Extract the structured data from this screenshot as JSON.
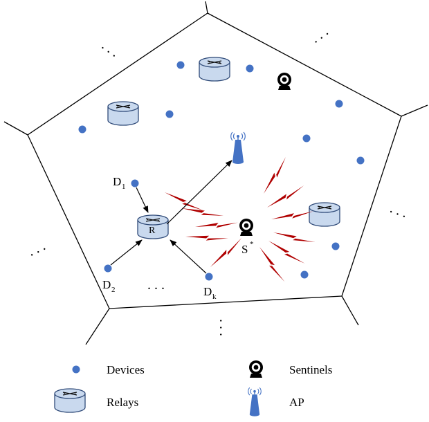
{
  "labels": {
    "d1": "D",
    "d1_sub": "1",
    "d2": "D",
    "d2_sub": "2",
    "dk": "D",
    "dk_sub": "k",
    "relay": "R",
    "sentinel": "S",
    "sentinel_sup": "*",
    "ellipsis": ". . ."
  },
  "legend": {
    "devices": "Devices",
    "relays": "Relays",
    "sentinels": "Sentinels",
    "ap": "AP"
  },
  "colors": {
    "device": "#4472c4",
    "relay_fill": "#c9d9ee",
    "relay_stroke": "#2f4a78",
    "ap": "#4472c4",
    "jamming": "#b00000",
    "line": "#000000"
  },
  "icons": [
    "device-dot",
    "relay-cylinder",
    "sentinel-camera-icon",
    "ap-antenna-icon",
    "jamming-bolt"
  ]
}
